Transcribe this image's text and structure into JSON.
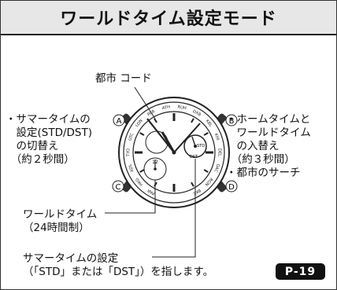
{
  "header": {
    "title": "ワールドタイム設定モード"
  },
  "labels": {
    "city_code": "都市 コード",
    "left_note_lines": [
      "・サマータイムの",
      "　設定(STD/DST)",
      "　の切替え",
      "　（約２秒間）"
    ],
    "right_note_lines": [
      "・ホームタイムと",
      "　ワールドタイム",
      "　の入替え",
      "　（約３秒間）",
      "・都市のサーチ"
    ],
    "world_time_lines": [
      "ワールドタイム",
      "（24時間制）"
    ],
    "dst_setting_lines": [
      "サマータイムの設定",
      "（「STD」または「DST」）を指します。"
    ]
  },
  "buttons": {
    "a": "A",
    "b": "B",
    "c": "C",
    "d": "D"
  },
  "bezel_text": [
    "PAR",
    "HKG",
    "ADL",
    "TYO",
    "UTC",
    "LON",
    "PAR",
    "ATH",
    "RUH",
    "DXB",
    "KBL",
    "KHI",
    "DEL",
    "DAC",
    "RGN",
    "BKK"
  ],
  "dial_text": {
    "std": "STD",
    "dst": "DST",
    "sub_twelve": "12"
  },
  "page_badge": "P-19"
}
